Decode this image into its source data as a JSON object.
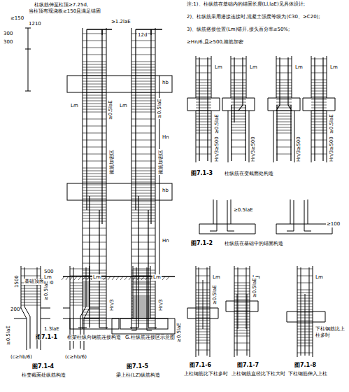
{
  "diagram": {
    "labels": [
      "柱纵筋伸至柱顶≥7.25d,",
      "当柱顶有现浇板≥150且满足锚固",
      "≥150",
      "1210",
      "300",
      "300",
      "≥1.2laE",
      "12d",
      "hb",
      "Hn",
      "hb",
      "Hn",
      "Lm",
      "≥0.5laE",
      "Lm",
      "≥0.5laE",
      "箍筋加密区",
      "箍筋加密区",
      "500",
      "500",
      "Hn/3",
      "Hn/3",
      "1500",
      "基础顶面",
      "图7.1-1",
      "框架柱纵向钢筋连接构造",
      "G.柱纵筋连接区示意图",
      "注:1)、柱纵筋在基础内的锚固长度(Ll,laE)见具体设计;",
      "2)、柱纵筋采用搭接连接时,混凝土强度等级为(C30、≥C20);",
      "3)、纵筋搭接位置(Lm)错开,接头百分率≤50%;",
      "≥Hn/6,且≥500,箍筋加密",
      "Lm",
      "Lm",
      "Lm",
      "Lm",
      "≥0.5laE",
      "≥0.5laE",
      "Hn/3≥500",
      "Hn/3≥500",
      "Hn/3≥500",
      "Hn/3≥500",
      "图7.1-3",
      "柱纵筋在变截面处构造",
      "≥0.5laE",
      "≥100",
      "图7.1-2",
      "柱纵筋在基础中的锚固构造",
      "Lm",
      "≥0.5laE",
      "Lm",
      "200",
      "≥0.5laE",
      "1.3laE",
      "(c≥hb/6)",
      "(c≥hb/6)",
      "图7.1-4",
      "柱变截面处纵筋构造",
      "Lm",
      "≥0.5laE",
      "图7.1-5",
      "梁上柱(LZ)纵筋构造",
      "Lm",
      "≥0.5laE",
      "图7.1-6",
      "上柱钢筋比下柱多时",
      "Lm",
      "≥0.5laE",
      "图7.1-7",
      "上柱钢筋直径比下柱大时",
      "Lm",
      "下柱钢筋比上柱多时",
      "图7.1-8",
      "下柱钢筋伸入上柱"
    ]
  }
}
